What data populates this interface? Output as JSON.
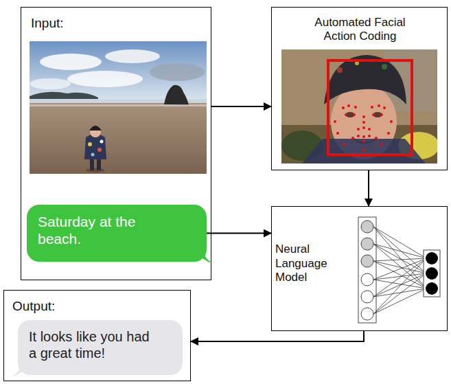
{
  "diagram": {
    "nodes": [
      {
        "text": [
          "Input:"
        ]
      },
      {
        "text": [
          "Saturday at the beach."
        ],
        "in": 0
      },
      {
        "text": [
          "Automated Facial Action Coding"
        ]
      },
      {
        "text": [
          "Neural Language Model"
        ]
      },
      {
        "text": [
          "Output:"
        ]
      },
      {
        "text": [
          "It looks like you had a great time!"
        ],
        "in": 4
      }
    ],
    "edges": [
      {
        "from": 0,
        "to": 2,
        "arrow": "to"
      },
      {
        "from": 1,
        "to": 3,
        "arrow": "to"
      },
      {
        "from": 2,
        "to": 3,
        "arrow": "to"
      },
      {
        "from": 3,
        "to": 4,
        "arrow": "to"
      }
    ]
  }
}
